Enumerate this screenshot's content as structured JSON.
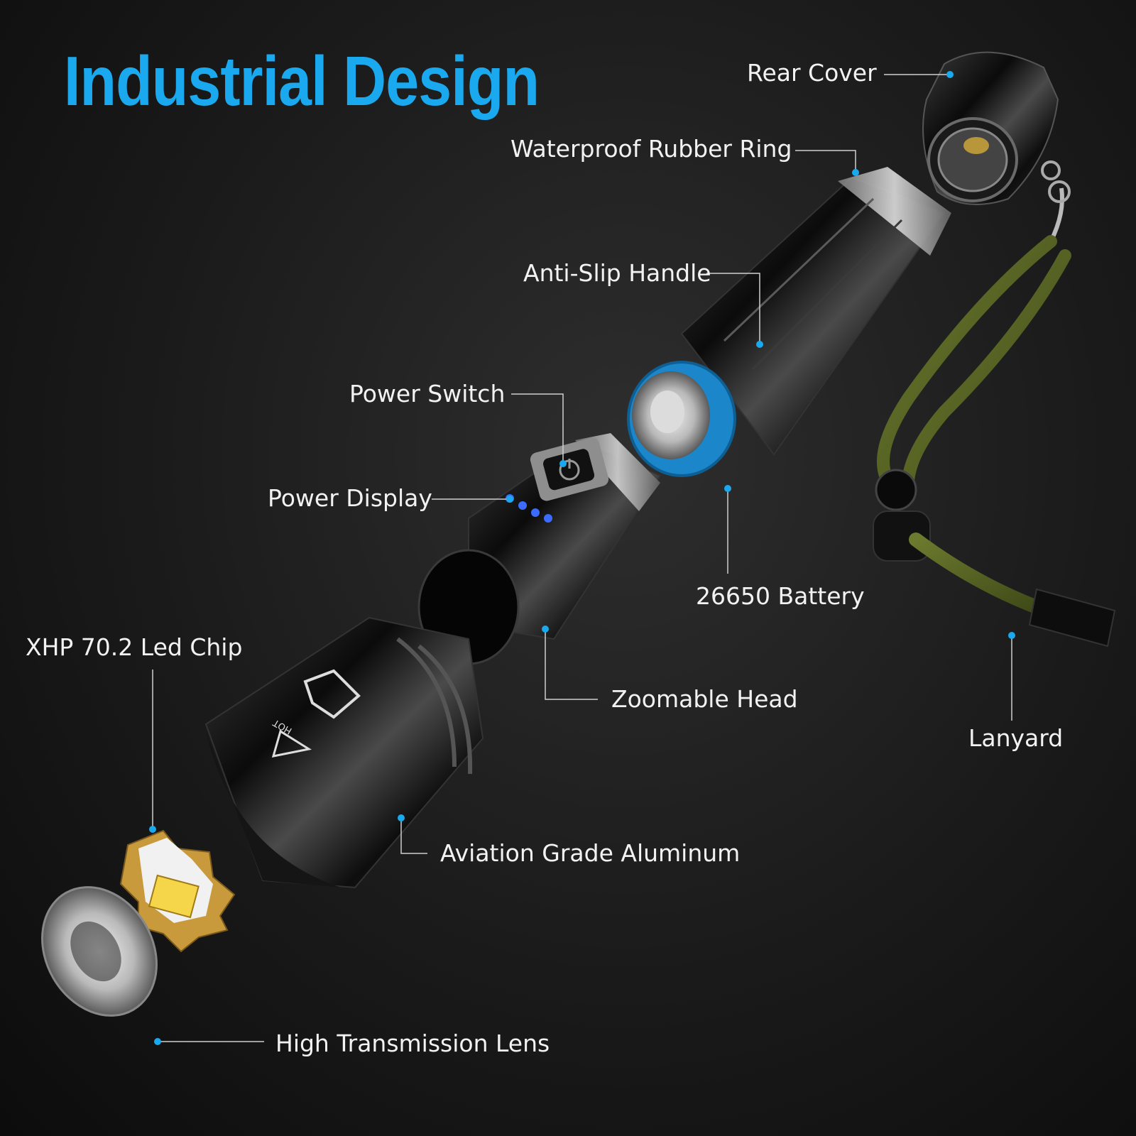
{
  "title": "Industrial Design",
  "accent_color": "#1aa9ee",
  "callout_dot_color": "#1aa9ee",
  "parts": {
    "rear_cover": "Rear Cover",
    "waterproof_ring": "Waterproof Rubber Ring",
    "anti_slip_handle": "Anti-Slip Handle",
    "power_switch": "Power Switch",
    "power_display": "Power Display",
    "battery": "26650 Battery",
    "led_chip": "XHP 70.2 Led Chip",
    "zoomable_head": "Zoomable Head",
    "lanyard": "Lanyard",
    "aluminum": "Aviation Grade Aluminum",
    "lens": "High Transmission Lens"
  },
  "icons": {
    "power": "power-icon",
    "hot_warning": "hot-warning-icon",
    "arrow": "arrow-icon"
  },
  "warning_text": "HOT"
}
